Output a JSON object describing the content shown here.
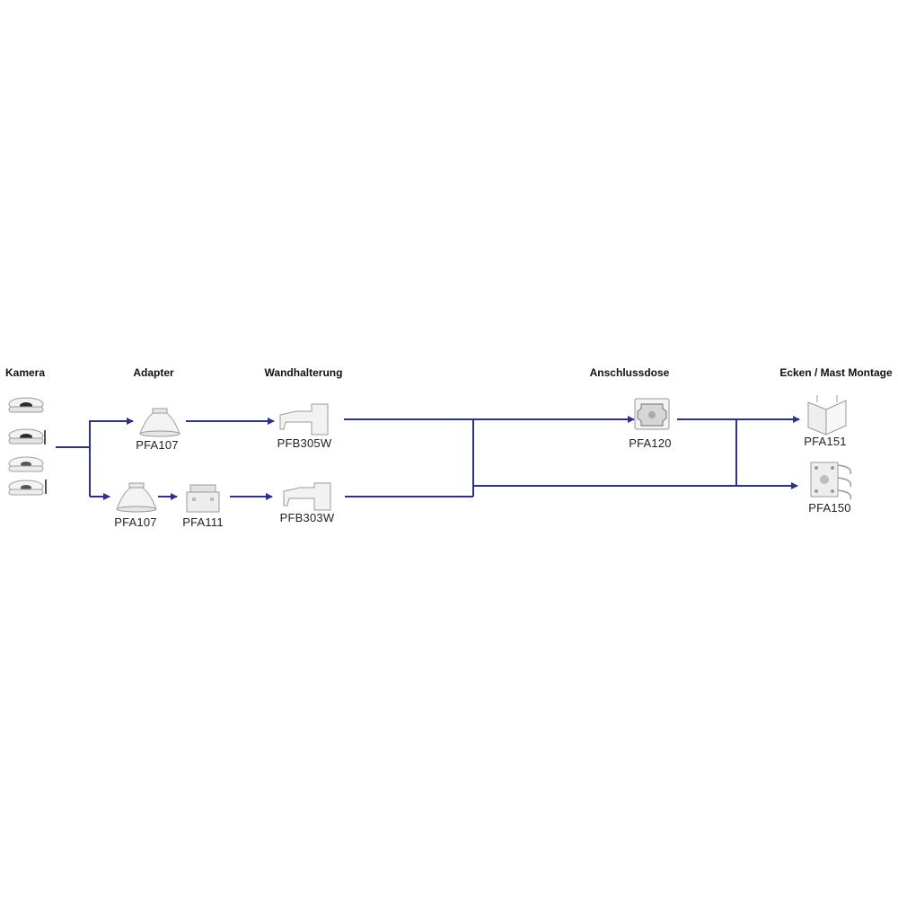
{
  "headers": {
    "camera": "Kamera",
    "adapter": "Adapter",
    "wall_mount": "Wandhalterung",
    "junction_box": "Anschlussdose",
    "corner_pole": "Ecken / Mast Montage"
  },
  "products": {
    "adapter_top": "PFA107",
    "adapter_bottom": "PFA107",
    "adapter_ring": "PFA111",
    "wall_top": "PFB305W",
    "wall_bottom": "PFB303W",
    "junction": "PFA120",
    "corner": "PFA151",
    "pole": "PFA150"
  },
  "colors": {
    "connector": "#2b3190",
    "product_fill": "#f1f1f1",
    "product_stroke": "#9a9a9a"
  }
}
